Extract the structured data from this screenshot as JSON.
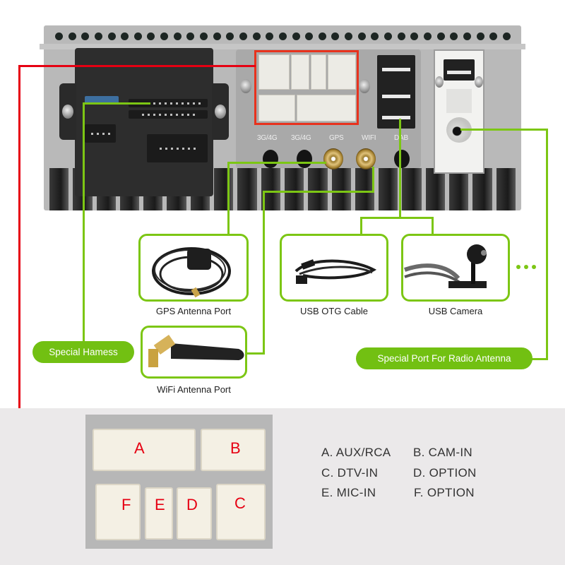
{
  "device_panel": {
    "port_labels": [
      "3G/4G",
      "3G/4G",
      "GPS",
      "WIFI",
      "DAB"
    ]
  },
  "accessories": [
    {
      "id": "gps",
      "label": "GPS Antenna Port"
    },
    {
      "id": "usb-otg",
      "label": "USB OTG Cable"
    },
    {
      "id": "usb-camera",
      "label": "USB Camera"
    },
    {
      "id": "wifi",
      "label": "WiFi Antenna Port"
    }
  ],
  "callouts": {
    "special_harness": "Special Hamess",
    "radio_antenna": "Special Port For Radio Antenna"
  },
  "connector_letters": [
    "A",
    "B",
    "F",
    "E",
    "D",
    "C"
  ],
  "legend": [
    {
      "text": "A. AUX/RCA"
    },
    {
      "text": "B. CAM-IN"
    },
    {
      "text": "C. DTV-IN"
    },
    {
      "text": "D. OPTION"
    },
    {
      "text": "E. MIC-IN"
    },
    {
      "text": "F. OPTION"
    }
  ],
  "colors": {
    "accent_green": "#7cc614",
    "highlight_red": "#e60012"
  }
}
